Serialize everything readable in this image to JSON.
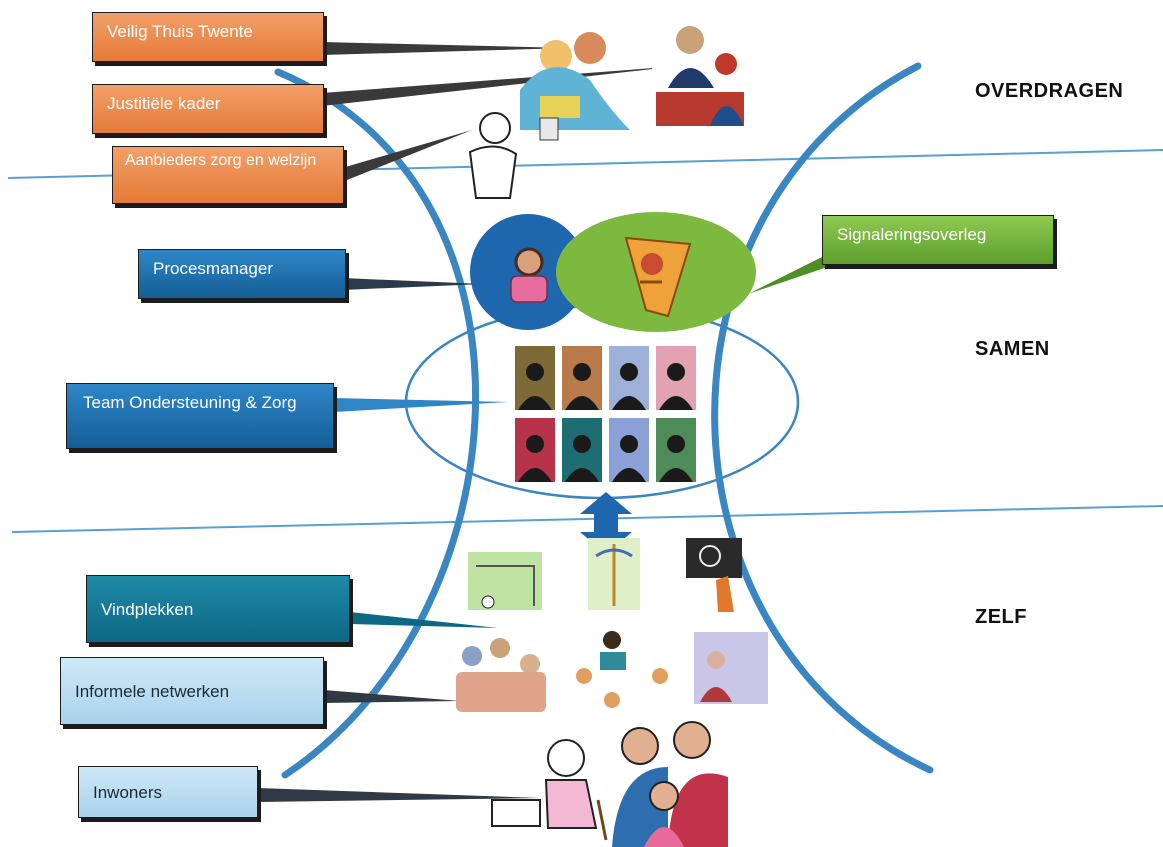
{
  "levels": {
    "top": "OVERDRAGEN",
    "middle": "SAMEN",
    "bottom": "ZELF"
  },
  "callouts": {
    "veilig_thuis": "Veilig Thuis Twente",
    "justitiele_kader": "Justitiële kader",
    "aanbieders": "Aanbieders zorg en welzijn",
    "procesmanager": "Procesmanager",
    "signaleringsoverleg": "Signaleringsoverleg",
    "team": "Team Ondersteuning & Zorg",
    "vindplekken": "Vindplekken",
    "informele_netwerken": "Informele netwerken",
    "inwoners": "Inwoners"
  },
  "colors": {
    "curve": "#3a86c2",
    "divider": "#5a9fd0",
    "orange": "#e8843f",
    "blue": "#1f6fae",
    "green": "#6fb136"
  }
}
